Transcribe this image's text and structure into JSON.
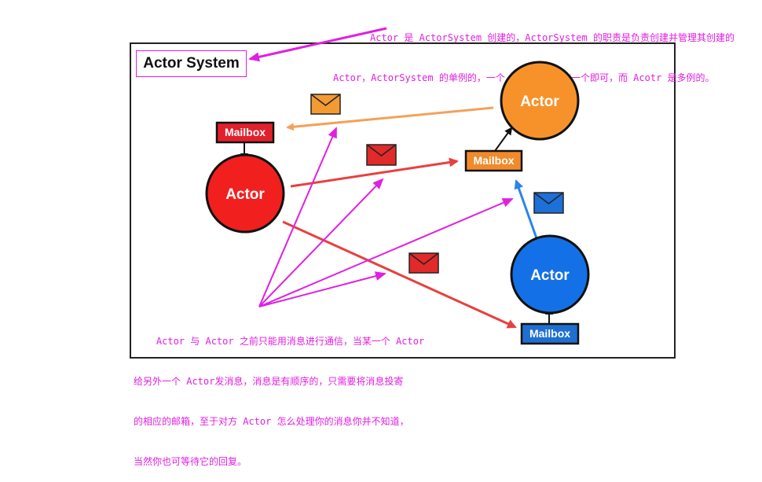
{
  "top_note": {
    "line1": "Actor 是 ActorSystem 创建的，ActorSystem 的职责是负责创建并管理其创建的",
    "line2": "Actor，ActorSystem 的单例的，一个 JVM 进程中有一个即可，而 Acotr 是多例的。"
  },
  "system_title": "Actor System",
  "actors": {
    "red": "Actor",
    "orange": "Actor",
    "blue": "Actor"
  },
  "mailboxes": {
    "red": "Mailbox",
    "orange": "Mailbox",
    "blue": "Mailbox"
  },
  "bottom_note": {
    "line1": "    Actor 与 Actor 之前只能用消息进行通信，当某一个 Actor",
    "line2": "给另外一个 Actor发消息，消息是有顺序的，只需要将消息投寄",
    "line3": "的相应的邮箱，至于对方 Actor 怎么处理你的消息你并不知道，",
    "line4": "当然你也可等待它的回复。"
  },
  "icons": [
    "envelope-icon"
  ],
  "colors": {
    "actor_red": "#f21f1f",
    "actor_orange": "#f7922b",
    "actor_blue": "#1470e6",
    "mailbox_red": "#e2202c",
    "mailbox_orange": "#f08a2a",
    "mailbox_blue": "#1f6fd0",
    "annotation": "#e020e0",
    "arrow_orange": "#f2a25a",
    "arrow_red": "#e84040",
    "arrow_blue": "#2a86e8"
  }
}
